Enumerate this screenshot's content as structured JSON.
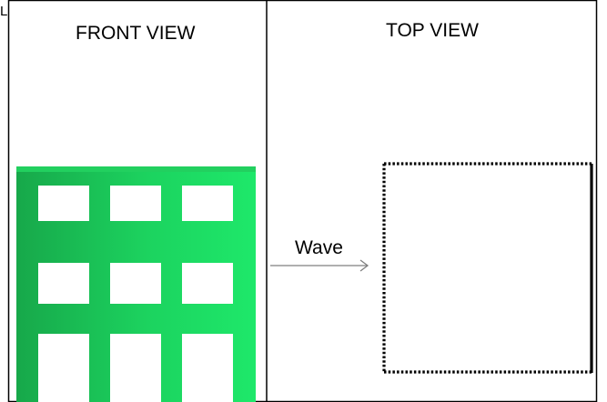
{
  "figure": {
    "stray_mark": "L",
    "panels": {
      "front": {
        "title": "FRONT VIEW"
      },
      "top": {
        "title": "TOP VIEW"
      }
    },
    "arrow": {
      "label": "Wave"
    },
    "colors": {
      "building_light": "#1ee86a",
      "building_dark": "#17a84a",
      "building_roof": "#22d05f",
      "window": "#ffffff",
      "border": "#000000",
      "arrow": "#7f7f7f"
    },
    "building": {
      "window_columns": 3,
      "window_rows": 3
    }
  }
}
